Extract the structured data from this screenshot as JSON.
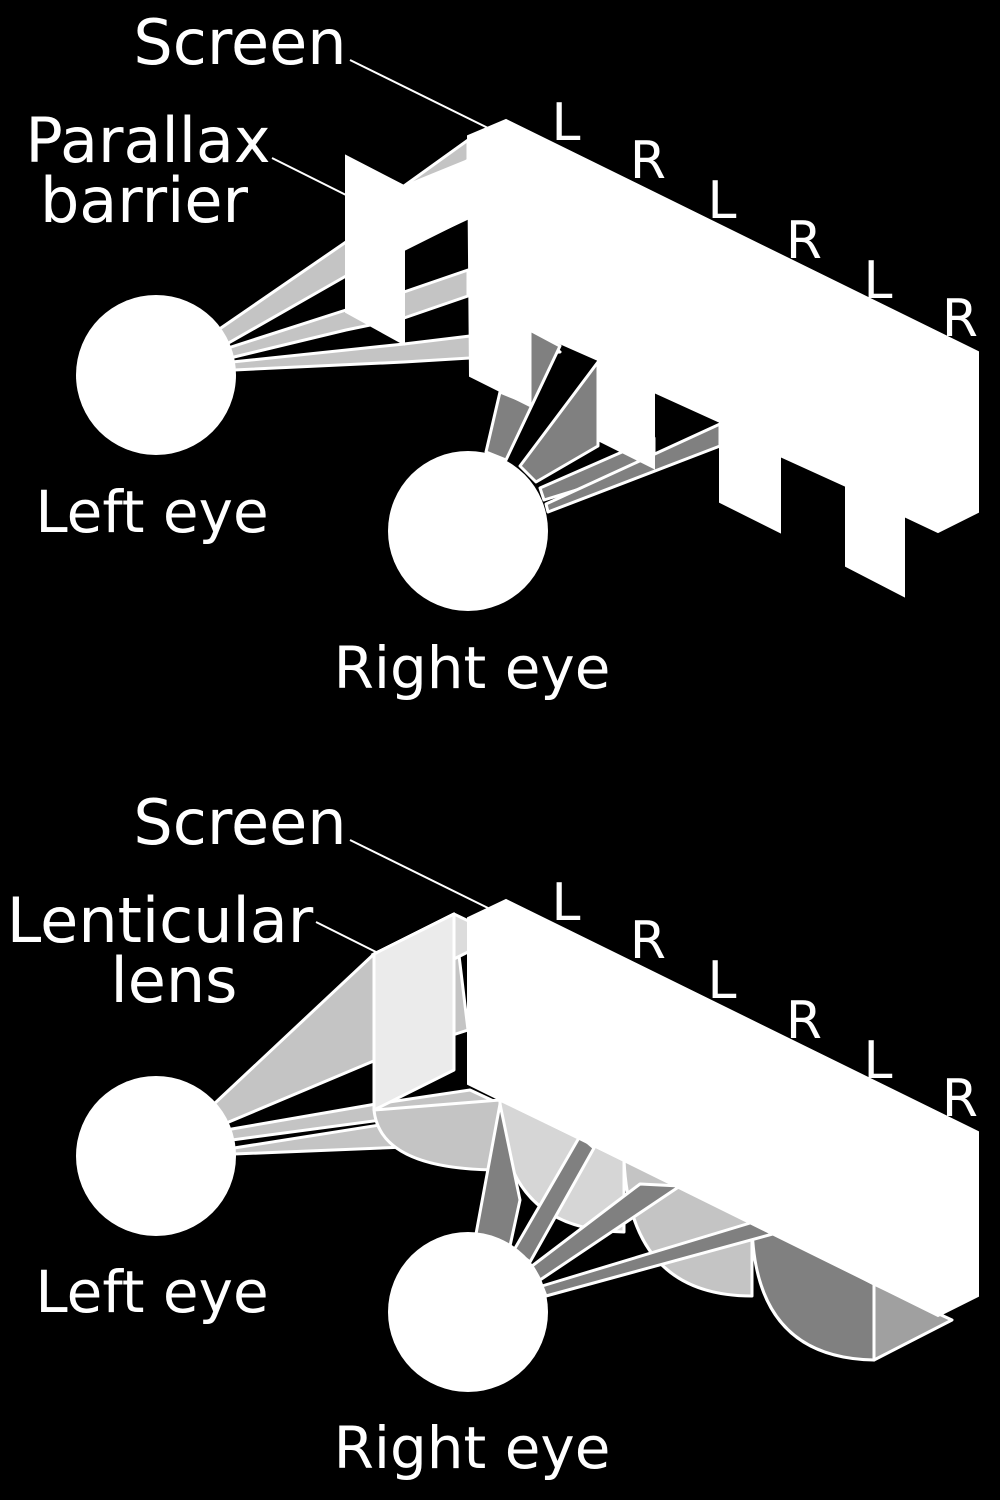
{
  "panels": {
    "barrier": {
      "screen_label": "Screen",
      "barrier_label_line1": "Parallax",
      "barrier_label_line2": "barrier",
      "left_eye_label": "Left eye",
      "right_eye_label": "Right eye",
      "column_labels": [
        "L",
        "R",
        "L",
        "R",
        "L",
        "R"
      ]
    },
    "lenticular": {
      "screen_label": "Screen",
      "lens_label_line1": "Lenticular",
      "lens_label_line2": "lens",
      "left_eye_label": "Left eye",
      "right_eye_label": "Right eye",
      "column_labels": [
        "L",
        "R",
        "L",
        "R",
        "L",
        "R"
      ]
    }
  },
  "colors": {
    "background": "#000000",
    "foreground": "#ffffff",
    "left_beam": "#c4c4c4",
    "right_beam": "#808080",
    "lens_body": "#dcdcdc"
  }
}
